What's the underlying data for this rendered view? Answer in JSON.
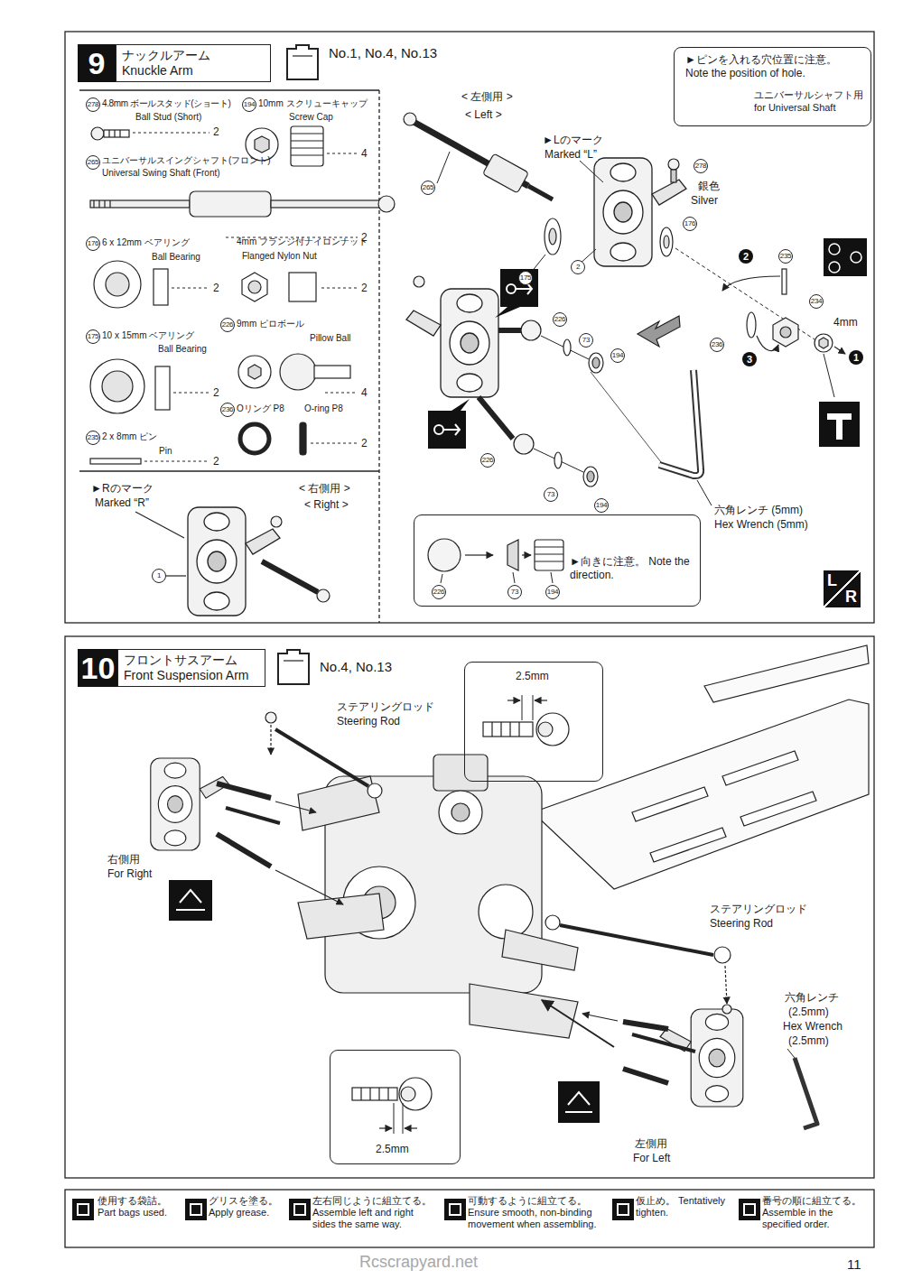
{
  "diagram": {
    "nodes": [
      {
        "text": [
          "9"
        ]
      },
      {
        "text": [
          "ナックルアーム",
          "Knuckle Arm"
        ]
      },
      {
        "text": [
          "►ピンを入れる穴位置に注意。 Note the position of hole.",
          "ユニバーサルシャフト用 for Universal Shaft"
        ]
      },
      {
        "text": [
          "►向きに注意。 Note the direction."
        ]
      },
      {
        "text": [
          "L",
          "R"
        ]
      },
      {
        "text": [
          "10"
        ]
      },
      {
        "text": [
          "フロントサスアーム",
          "Front Suspension Arm"
        ]
      },
      {
        "text": [
          "2.5mm"
        ]
      },
      {
        "text": [
          "2.5mm"
        ]
      }
    ],
    "labels": [
      "No.1, No.4, No.13",
      "278",
      "4.8mm ボールスタッド(ショート)",
      "Ball Stud (Short)",
      "2",
      "194",
      "10mm スクリューキャップ",
      "Screw Cap",
      "4",
      "265",
      "ユニバーサルスイングシャフト(フロント)",
      "Universal Swing Shaft (Front)",
      "2",
      "176",
      "6 x 12mm ベアリング",
      "Ball Bearing",
      "2",
      "4mm フランジ付ナイロンナット",
      "Flanged Nylon Nut",
      "2",
      "175",
      "10 x 15mm ベアリング",
      "Ball Bearing",
      "2",
      "226",
      "9mm ピロボール",
      "Pillow Ball",
      "4",
      "236",
      "Oリング P8",
      "O-ring P8",
      "2",
      "235",
      "2 x 8mm ピン",
      "Pin",
      "2",
      "►Rのマーク",
      "Marked “R”",
      "< 右側用 >",
      "< Right >",
      "1",
      "< 左側用 >",
      "< Left >",
      "►Lのマーク",
      "Marked “L”",
      "278",
      "銀色",
      "Silver",
      "175",
      "2",
      "176",
      "2",
      "235",
      "234",
      "4mm",
      "236",
      "3",
      "1",
      "226",
      "73",
      "194",
      "226",
      "73",
      "194",
      "六角レンチ (5mm)",
      "Hex Wrench (5mm)",
      "226",
      "73",
      "194",
      "No.4, No.13",
      "ステアリングロッド",
      "Steering Rod",
      "右側用",
      "For Right",
      "ステアリングロッド",
      "Steering Rod",
      "六角レンチ",
      "(2.5mm)",
      "Hex Wrench",
      "(2.5mm)",
      "左側用",
      "For Left",
      "11",
      "Rcscrapyard.net",
      "265"
    ],
    "legend": [
      {
        "text": "使用する袋詰。 Part bags used."
      },
      {
        "text": "グリスを塗る。 Apply grease."
      },
      {
        "text": "左右同じように組立てる。 Assemble left and right sides the same way."
      },
      {
        "text": "可動するように組立てる。 Ensure smooth, non-binding movement when assembling."
      },
      {
        "text": "仮止め。 Tentatively tighten."
      },
      {
        "text": "番号の順に組立てる。 Assemble in the specified order."
      }
    ]
  }
}
